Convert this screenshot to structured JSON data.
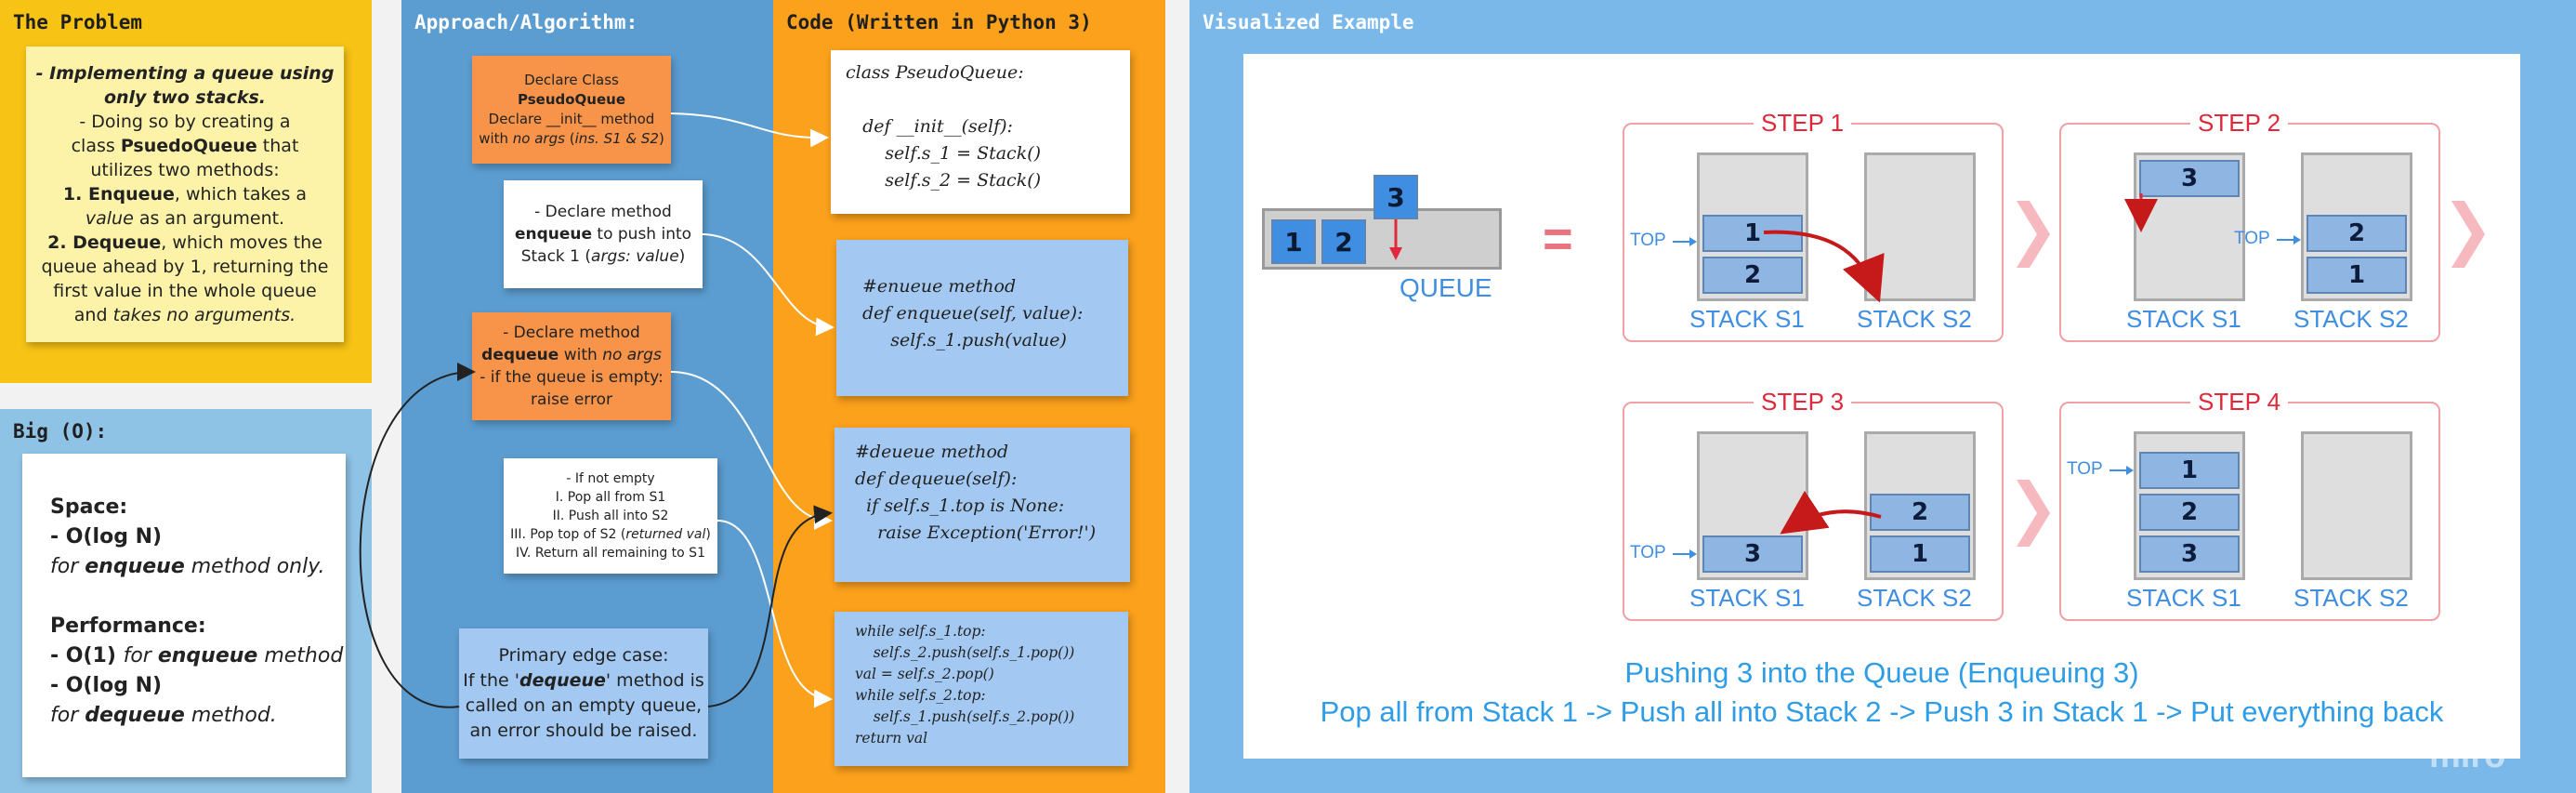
{
  "problem": {
    "title": "The Problem",
    "lines": [
      [
        {
          "t": "- Implementing a queue using",
          "s": "bi"
        }
      ],
      [
        {
          "t": "only two stacks.",
          "s": "bi"
        }
      ],
      [
        {
          "t": "- Doing so by creating a",
          "s": ""
        }
      ],
      [
        {
          "t": "class ",
          "s": ""
        },
        {
          "t": "PsuedoQueue",
          "s": "b"
        },
        {
          "t": " that",
          "s": ""
        }
      ],
      [
        {
          "t": "utilizes two methods:",
          "s": ""
        }
      ],
      [
        {
          "t": "1. Enqueue",
          "s": "b"
        },
        {
          "t": ", which takes a",
          "s": ""
        }
      ],
      [
        {
          "t": "value",
          "s": "i"
        },
        {
          "t": " as an argument.",
          "s": ""
        }
      ],
      [
        {
          "t": "2. Dequeue",
          "s": "b"
        },
        {
          "t": ", which moves the",
          "s": ""
        }
      ],
      [
        {
          "t": "queue ahead by 1, returning the",
          "s": ""
        }
      ],
      [
        {
          "t": "first value in the whole queue",
          "s": ""
        }
      ],
      [
        {
          "t": "and ",
          "s": ""
        },
        {
          "t": "takes no arguments.",
          "s": "i"
        }
      ]
    ]
  },
  "bigo": {
    "title": "Big (O):",
    "lines": [
      [
        {
          "t": "Space:",
          "s": "b"
        }
      ],
      [
        {
          "t": "- O(log N)",
          "s": "b"
        }
      ],
      [
        {
          "t": "for ",
          "s": "i"
        },
        {
          "t": "enqueue",
          "s": "bi"
        },
        {
          "t": " method only.",
          "s": "i"
        }
      ],
      [
        {
          "t": " ",
          "s": ""
        }
      ],
      [
        {
          "t": "Performance:",
          "s": "b"
        }
      ],
      [
        {
          "t": "- O(1) ",
          "s": "b"
        },
        {
          "t": "for ",
          "s": "i"
        },
        {
          "t": "enqueue",
          "s": "bi"
        },
        {
          "t": " method",
          "s": "i"
        }
      ],
      [
        {
          "t": "- O(log N)",
          "s": "b"
        }
      ],
      [
        {
          "t": "for ",
          "s": "i"
        },
        {
          "t": "dequeue",
          "s": "bi"
        },
        {
          "t": " method.",
          "s": "i"
        }
      ]
    ]
  },
  "approach": {
    "title": "Approach/Algorithm:",
    "notes": [
      {
        "id": "declare-class",
        "lines": [
          [
            {
              "t": "Declare Class",
              "s": ""
            }
          ],
          [
            {
              "t": "PseudoQueue",
              "s": "b"
            }
          ],
          [
            {
              "t": "Declare __init__ method",
              "s": ""
            }
          ],
          [
            {
              "t": "with ",
              "s": ""
            },
            {
              "t": "no args",
              "s": "i"
            },
            {
              "t": " (",
              "s": ""
            },
            {
              "t": "ins. S1 & S2",
              "s": "i"
            },
            {
              "t": ")",
              "s": ""
            }
          ]
        ]
      },
      {
        "id": "enqueue-method",
        "lines": [
          [
            {
              "t": "- Declare method",
              "s": ""
            }
          ],
          [
            {
              "t": "enqueue",
              "s": "b"
            },
            {
              "t": " to push into",
              "s": ""
            }
          ],
          [
            {
              "t": "Stack 1 (",
              "s": ""
            },
            {
              "t": "args: value",
              "s": "i"
            },
            {
              "t": ")",
              "s": ""
            }
          ]
        ]
      },
      {
        "id": "dequeue-method",
        "lines": [
          [
            {
              "t": "- Declare method",
              "s": ""
            }
          ],
          [
            {
              "t": "dequeue",
              "s": "b"
            },
            {
              "t": " with ",
              "s": ""
            },
            {
              "t": "no args",
              "s": "i"
            }
          ],
          [
            {
              "t": "- if the queue is empty:",
              "s": ""
            }
          ],
          [
            {
              "t": "raise error",
              "s": ""
            }
          ]
        ]
      },
      {
        "id": "if-not-empty",
        "lines": [
          [
            {
              "t": "- If not empty",
              "s": ""
            }
          ],
          [
            {
              "t": "I. Pop all from S1",
              "s": ""
            }
          ],
          [
            {
              "t": "II. Push all into S2",
              "s": ""
            }
          ],
          [
            {
              "t": "III. Pop top of S2 (",
              "s": ""
            },
            {
              "t": "returned val",
              "s": "i"
            },
            {
              "t": ")",
              "s": ""
            }
          ],
          [
            {
              "t": "IV. Return all remaining to S1",
              "s": ""
            }
          ]
        ]
      },
      {
        "id": "edge-case",
        "lines": [
          [
            {
              "t": "Primary edge case:",
              "s": ""
            }
          ],
          [
            {
              "t": "If the '",
              "s": ""
            },
            {
              "t": "dequeue",
              "s": "bi"
            },
            {
              "t": "' method is",
              "s": ""
            }
          ],
          [
            {
              "t": "called on an empty queue,",
              "s": ""
            }
          ],
          [
            {
              "t": "an error should be raised.",
              "s": ""
            }
          ]
        ]
      }
    ]
  },
  "code": {
    "title": "Code (Written in Python 3)",
    "blocks": [
      "class PseudoQueue:\n\n   def __init__(self):\n       self.s_1 = Stack()\n       self.s_2 = Stack()",
      "#enueue method\ndef enqueue(self, value):\n     self.s_1.push(value)",
      "#deueue method\ndef dequeue(self):\n  if self.s_1.top is None:\n    raise Exception('Error!')",
      "while self.s_1.top:\n    self.s_2.push(self.s_1.pop())\nval = self.s_2.pop()\nwhile self.s_2.top:\n    self.s_1.push(self.s_2.pop())\nreturn val"
    ]
  },
  "visual": {
    "title": "Visualized Example",
    "queue_label": "QUEUE",
    "equals": "=",
    "queue_items": [
      "1",
      "2",
      "3"
    ],
    "steps": [
      {
        "title": "STEP 1",
        "s1": [
          "1",
          "2"
        ],
        "s2": [],
        "top_side": "s1"
      },
      {
        "title": "STEP 2",
        "s1": [
          "3"
        ],
        "s2": [
          "2",
          "1"
        ],
        "top_side": "s2"
      },
      {
        "title": "STEP 3",
        "s1": [
          "3"
        ],
        "s2": [
          "2",
          "1"
        ],
        "top_side": "s1"
      },
      {
        "title": "STEP 4",
        "s1": [
          "1",
          "2",
          "3"
        ],
        "s2": [],
        "top_side": "s1"
      }
    ],
    "top_label": "TOP",
    "stack_s1_label": "STACK S1",
    "stack_s2_label": "STACK S2",
    "caption_line1": "Pushing 3 into the Queue (Enqueuing 3)",
    "caption_line2": "Pop all from Stack 1 -> Push  all into Stack 2 -> Push 3 in Stack 1 -> Put everything back",
    "watermark": "miro"
  },
  "colors": {
    "problem_bg": "#f7c315",
    "bigo_bg": "#8fc3e6",
    "approach_bg": "#5c9dd1",
    "code_bg": "#fba11c",
    "visual_bg": "#7ab8ea",
    "orange_note": "#f7944a",
    "blue_note": "#a3c9f2",
    "accent_blue": "#3f8ee2",
    "accent_red": "#e0283a"
  }
}
